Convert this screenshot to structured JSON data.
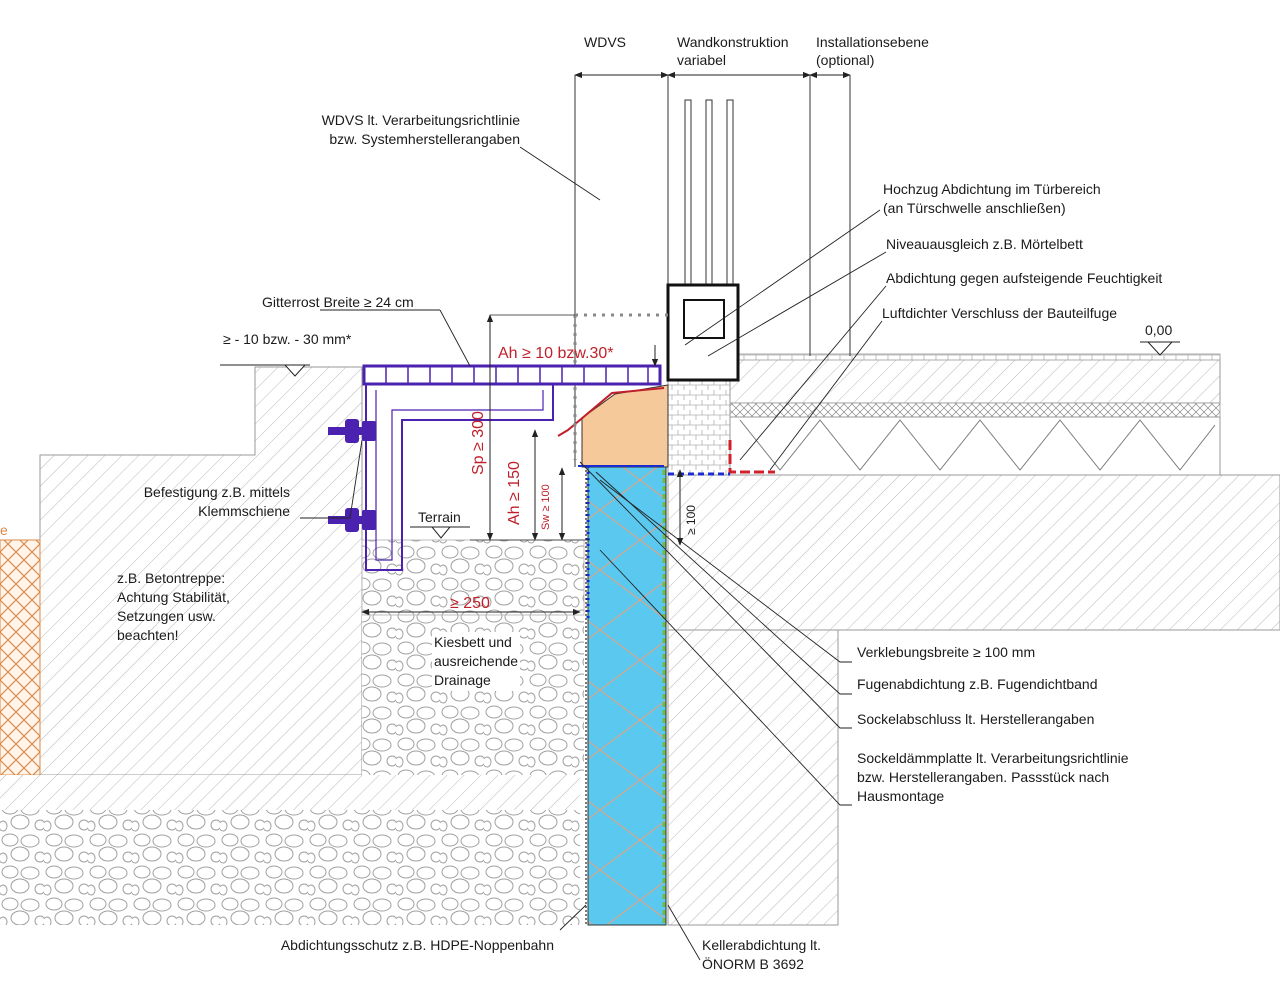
{
  "header": {
    "wdvs": "WDVS",
    "wall_line1": "Wandkonstruktion",
    "wall_line2": "variabel",
    "install_line1": "Installationsebene",
    "install_line2": "(optional)"
  },
  "labels": {
    "wdvs_rule": "WDVS lt. Verarbeitungsrichtlinie\nbzw. Systemherstellerangaben",
    "hochzug": "Hochzug Abdichtung im Türbereich\n(an Türschwelle anschließen)",
    "niveau": "Niveauausgleich z.B. Mörtelbett",
    "abdichtung": "Abdichtung gegen aufsteigende Feuchtigkeit",
    "luftdicht": "Luftdichter Verschluss der Bauteilfuge",
    "zero_level": "0,00",
    "gitterrost": "Gitterrost Breite ≥ 24 cm",
    "offset": "≥ - 10 bzw. - 30 mm*",
    "befestigung": "Befestigung z.B. mittels\nKlemmschiene",
    "terrain": "Terrain",
    "betontreppe": "z.B. Betontreppe:\nAchtung Stabilität,\nSetzungen usw.\nbeachten!",
    "kiesbett": "Kiesbett und\nausreichende\nDrainage",
    "verklebung": "Verklebungsbreite ≥ 100 mm",
    "fugen": "Fugenabdichtung z.B. Fugendichtband",
    "sockelabschluss": "Sockelabschluss lt. Herstellerangaben",
    "sockeldaemm": "Sockeldämmplatte lt. Verarbeitungsrichtlinie\nbzw. Herstellerangaben. Passstück nach\nHausmontage",
    "abdichtungsschutz": "Abdichtungsschutz z.B. HDPE-Noppenbahn",
    "keller": "Kellerabdichtung lt.\nÖNORM B 3692",
    "edge_mark": "e"
  },
  "dimensions": {
    "ah_top": "Ah ≥ 10 bzw.30*",
    "sp": "Sp ≥ 300",
    "ah150": "Ah ≥ 150",
    "sw": "Sw ≥ 100",
    "dim100": "≥ 100",
    "dim250": "≥ 250"
  },
  "colors": {
    "insulation_blue": "#5bc8f0",
    "wood": "#f5c99a",
    "grating_purple": "#4b22b0",
    "seal_red": "#d0202a",
    "seal_blue": "#1a2bd0",
    "sealant_green": "#6dbb4a",
    "brick_orange": "#d98a4a"
  }
}
